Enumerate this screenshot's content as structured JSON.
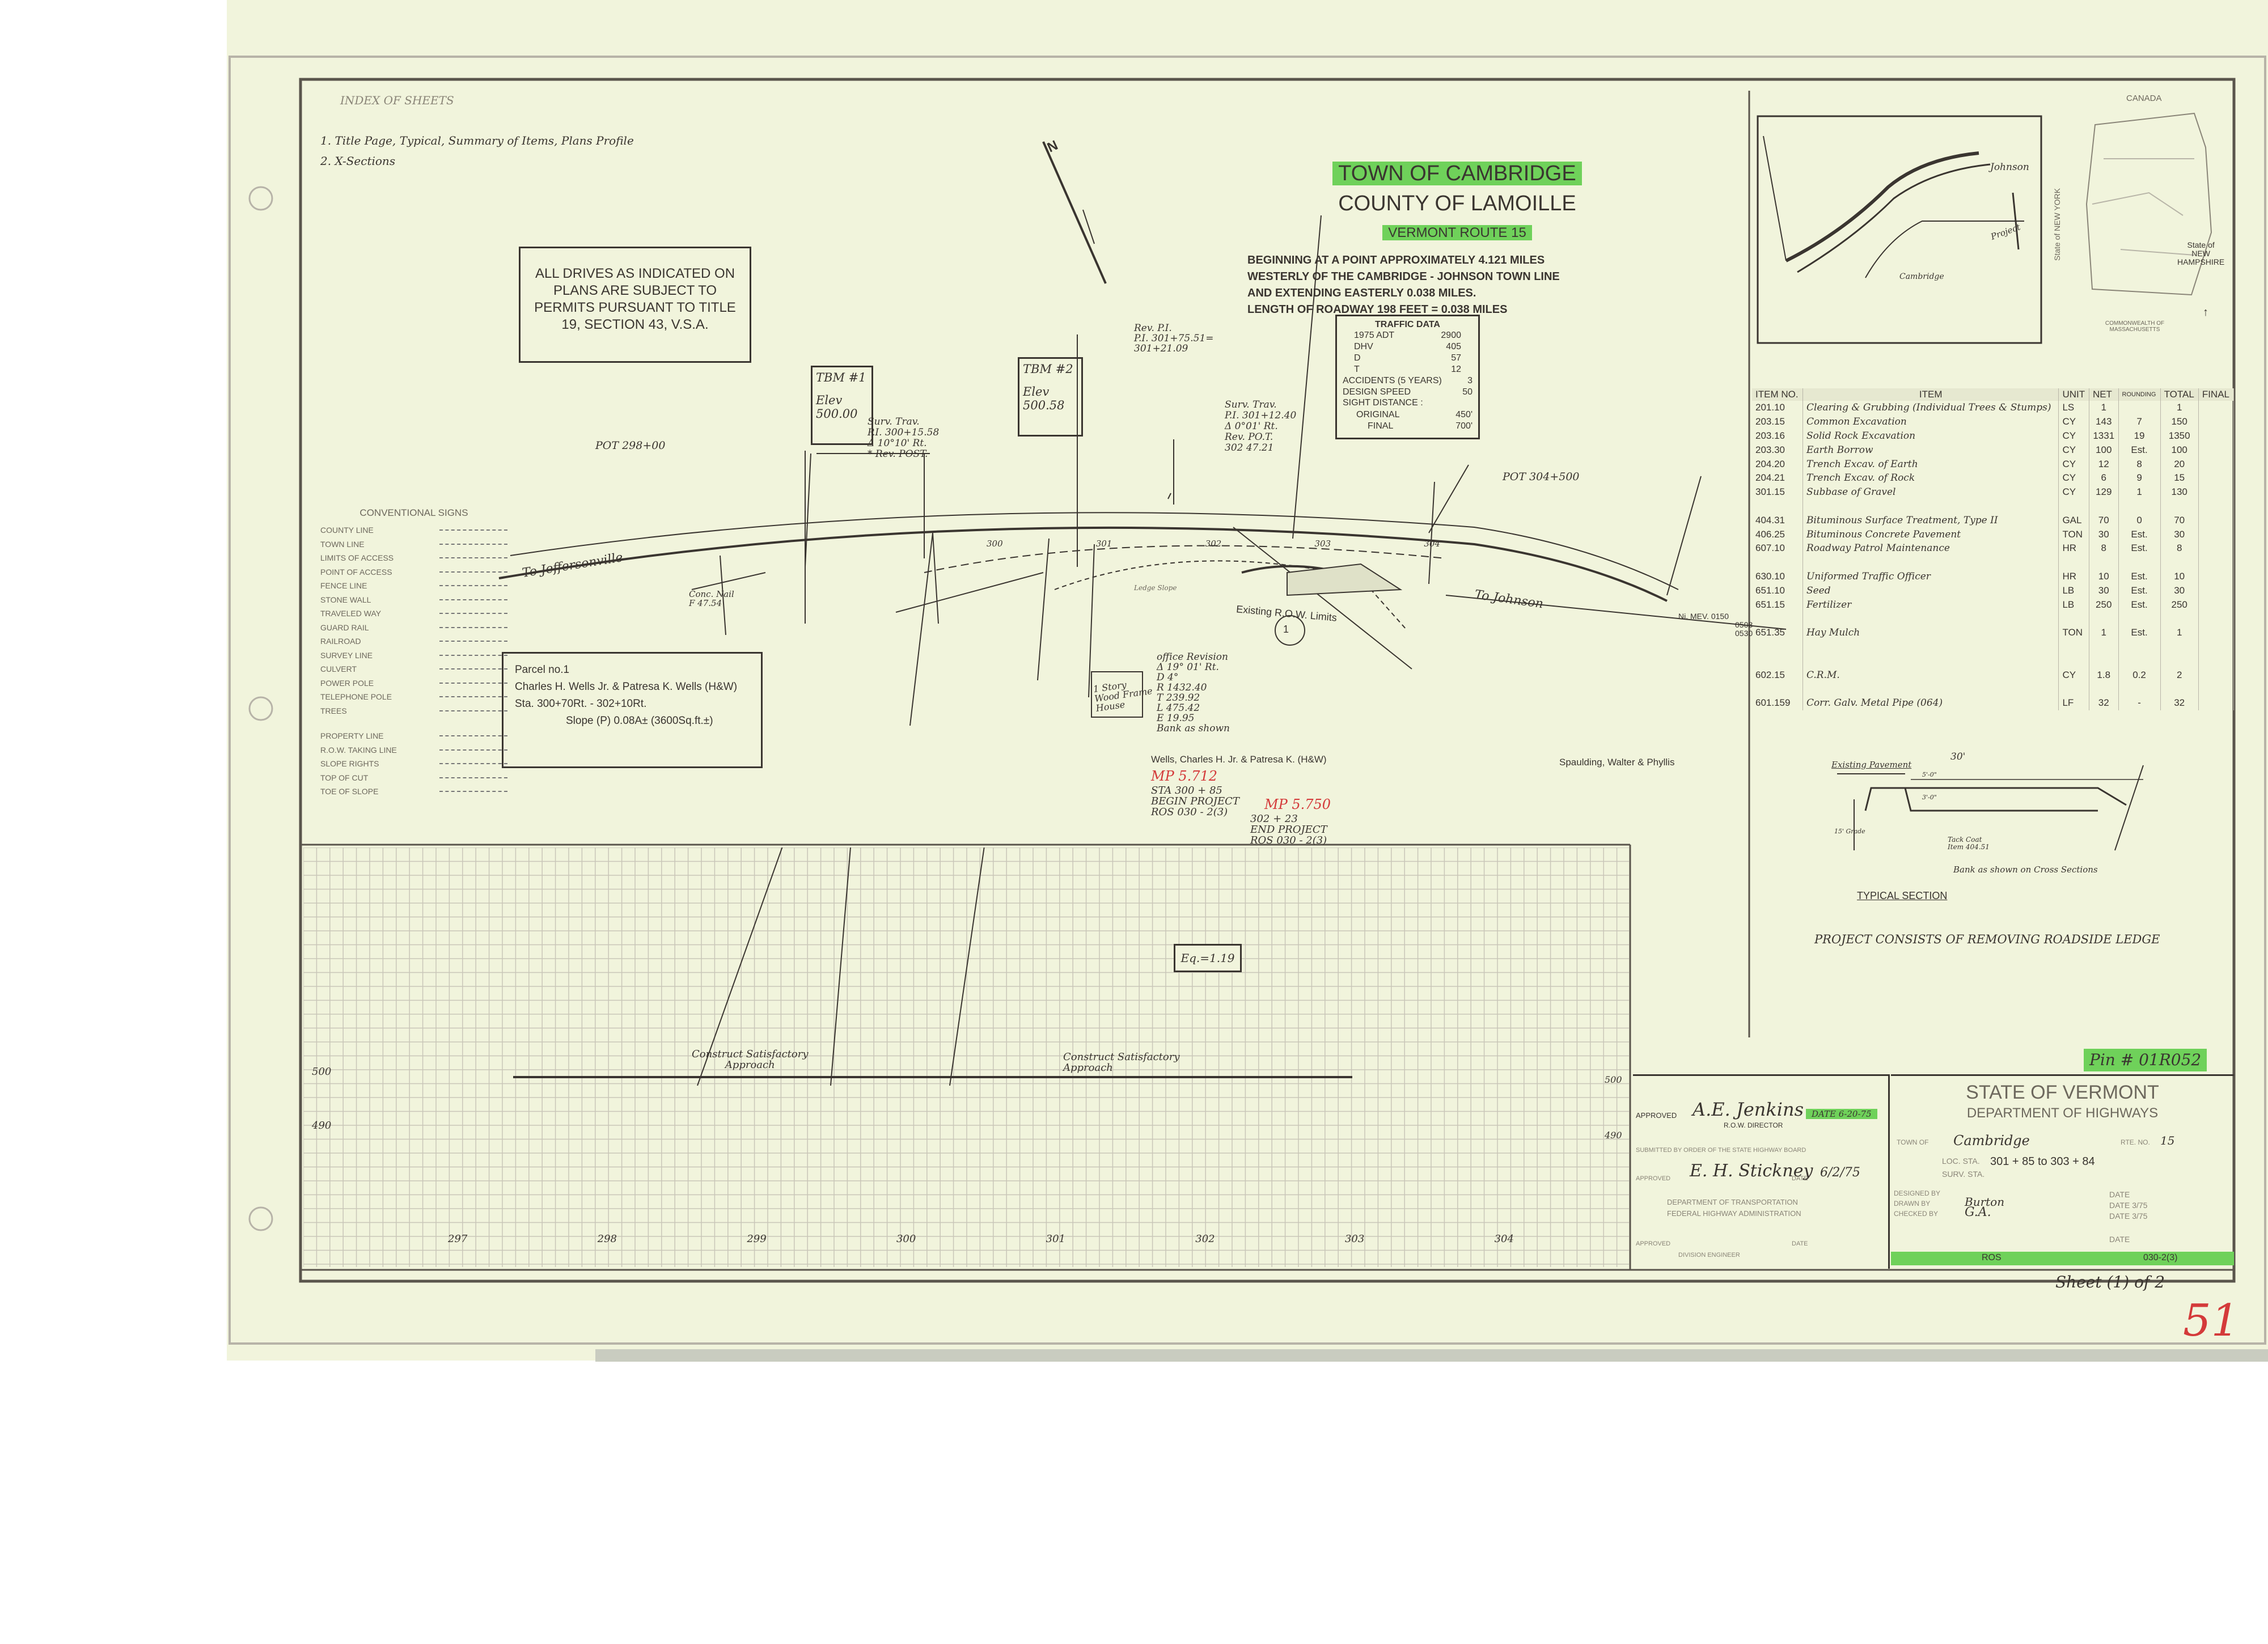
{
  "index_of_sheets": {
    "heading": "INDEX OF SHEETS",
    "items": [
      "1.   Title Page, Typical, Summary of Items, Plans Profile",
      "2.   X-Sections"
    ]
  },
  "title": {
    "town": "TOWN OF CAMBRIDGE",
    "county": "COUNTY OF LAMOILLE",
    "route": "VERMONT ROUTE 15",
    "desc_lines": [
      "BEGINNING AT A POINT APPROXIMATELY  4.121  MILES",
      "WESTERLY OF THE CAMBRIDGE - JOHNSON TOWN LINE",
      "AND EXTENDING EASTERLY  0.038 MILES.",
      "LENGTH OF ROADWAY  198  FEET = 0.038   MILES"
    ]
  },
  "traffic": {
    "heading": "TRAFFIC      DATA",
    "rows": [
      [
        "1975 ADT",
        "2900"
      ],
      [
        "DHV",
        "405"
      ],
      [
        "D",
        "57"
      ],
      [
        "T",
        "12"
      ]
    ],
    "accidents": [
      "ACCIDENTS (5 YEARS)",
      "3"
    ],
    "design_speed": [
      "DESIGN SPEED",
      "50"
    ],
    "sight": "SIGHT DISTANCE :",
    "original": [
      "ORIGINAL",
      "450'"
    ],
    "final": [
      "FINAL",
      "700'"
    ]
  },
  "drives_note": "ALL DRIVES AS INDICATED ON PLANS ARE SUBJECT TO PERMITS PURSUANT TO TITLE 19, SECTION 43, V.S.A.",
  "conventional_signs": {
    "heading": "CONVENTIONAL SIGNS",
    "items": [
      "COUNTY LINE",
      "TOWN LINE",
      "LIMITS OF ACCESS",
      "POINT OF ACCESS",
      "FENCE LINE",
      "STONE WALL",
      "TRAVELED WAY",
      "GUARD RAIL",
      "RAILROAD",
      "SURVEY LINE",
      "CULVERT",
      "POWER POLE",
      "TELEPHONE POLE",
      "TREES"
    ],
    "items2": [
      "PROPERTY LINE",
      "R.O.W. TAKING LINE",
      "SLOPE RIGHTS",
      "TOP OF CUT",
      "TOE OF SLOPE"
    ]
  },
  "parcel": {
    "title": "Parcel no.1",
    "owner": "Charles H. Wells Jr. & Patresa K. Wells (H&W)",
    "sta": "Sta. 300+70Rt. - 302+10Rt.",
    "slope": "Slope (P)  0.08A± (3600Sq.ft.±)"
  },
  "plan_labels": {
    "tbm1": [
      "TBM #1",
      "Elev",
      "500.00"
    ],
    "tbm2": [
      "TBM #2",
      "Elev",
      "500.58"
    ],
    "pot_left": "POT  298+00",
    "pot_right": "POT 304+500",
    "rev_pi": [
      "Rev. P.I.",
      "P.I. 301+75.51=",
      "301+21.09"
    ],
    "surv_trav1": [
      "Surv. Trav.",
      "P.I. 300+15.58",
      "Δ 10°10' Rt.",
      "* Rev. POST."
    ],
    "surv_trav2": [
      "Surv. Trav.",
      "P.I. 301+12.40",
      "Δ 0°01' Rt.",
      "Rev. PO.T.",
      "302  47.21"
    ],
    "to_jeffersonville": "To Jeffersonville",
    "to_johnson": "To Johnson",
    "existing_row": "Existing  R.O.W.        Limits",
    "office_revision": [
      "office Revision",
      "Δ  19° 01' Rt.",
      "D  4°",
      "R  1432.40",
      "T  239.92",
      "L  475.42",
      "E  19.95",
      "Bank as shown"
    ],
    "house": [
      "1 Story",
      "Wood Frame",
      "House"
    ],
    "wells": "Wells, Charles H. Jr. & Patresa K. (H&W)",
    "mp_begin": "MP 5.712",
    "sta_begin": "STA  300 + 85",
    "begin_project": "BEGIN PROJECT",
    "ros_begin": "ROS 030 - 2(3)",
    "mp_end": "MP 5.750",
    "sta_end": "302 + 23",
    "end_project": "END PROJECT",
    "ros_end": "ROS 030 - 2(3)",
    "spaulding": "Spaulding, Walter & Phyllis",
    "parcel_circle": "1",
    "stations": [
      "300",
      "301",
      "302",
      "303",
      "304"
    ],
    "conc_nail": [
      "Conc. Nail",
      "F 47.54"
    ],
    "ni_mev": [
      "Ni. MEV.  0150",
      "0508",
      "0530"
    ],
    "ledge": "Ledge  Slope"
  },
  "profile": {
    "elev_left": [
      "500",
      "490"
    ],
    "elev_right": [
      "500",
      "490"
    ],
    "stations": [
      "297",
      "298",
      "299",
      "300",
      "301",
      "302",
      "303",
      "304"
    ],
    "eq": "Eq.=1.19",
    "approach1": [
      "Construct Satisfactory",
      "Approach"
    ],
    "approach2": [
      "Construct Satisfactory",
      "Approach"
    ]
  },
  "summary_table": {
    "headers": [
      "ITEM NO.",
      "ITEM",
      "UNIT",
      "NET",
      "ROUNDING",
      "TOTAL",
      "FINAL"
    ],
    "rows": [
      [
        "201.10",
        "Clearing & Grubbing (Individual Trees & Stumps)",
        "LS",
        "1",
        "",
        "1",
        ""
      ],
      [
        "203.15",
        "Common Excavation",
        "CY",
        "143",
        "7",
        "150",
        ""
      ],
      [
        "203.16",
        "Solid Rock Excavation",
        "CY",
        "1331",
        "19",
        "1350",
        ""
      ],
      [
        "203.30",
        "Earth Borrow",
        "CY",
        "100",
        "Est.",
        "100",
        ""
      ],
      [
        "204.20",
        "Trench Excav. of Earth",
        "CY",
        "12",
        "8",
        "20",
        ""
      ],
      [
        "204.21",
        "Trench Excav. of Rock",
        "CY",
        "6",
        "9",
        "15",
        ""
      ],
      [
        "301.15",
        "Subbase of Gravel",
        "CY",
        "129",
        "1",
        "130",
        ""
      ],
      [
        "",
        "",
        "",
        "",
        "",
        "",
        ""
      ],
      [
        "404.31",
        "Bituminous Surface Treatment, Type II",
        "GAL",
        "70",
        "0",
        "70",
        ""
      ],
      [
        "406.25",
        "Bituminous Concrete Pavement",
        "TON",
        "30",
        "Est.",
        "30",
        ""
      ],
      [
        "607.10",
        "Roadway Patrol Maintenance",
        "HR",
        "8",
        "Est.",
        "8",
        ""
      ],
      [
        "",
        "",
        "",
        "",
        "",
        "",
        ""
      ],
      [
        "630.10",
        "Uniformed Traffic Officer",
        "HR",
        "10",
        "Est.",
        "10",
        ""
      ],
      [
        "651.10",
        "Seed",
        "LB",
        "30",
        "Est.",
        "30",
        ""
      ],
      [
        "651.15",
        "Fertilizer",
        "LB",
        "250",
        "Est.",
        "250",
        ""
      ],
      [
        "",
        "",
        "",
        "",
        "",
        "",
        ""
      ],
      [
        "651.35",
        "Hay Mulch",
        "TON",
        "1",
        "Est.",
        "1",
        ""
      ],
      [
        "",
        "",
        "",
        "",
        "",
        "",
        ""
      ],
      [
        "",
        "",
        "",
        "",
        "",
        "",
        ""
      ],
      [
        "602.15",
        "C.R.M.",
        "CY",
        "1.8",
        "0.2",
        "2",
        ""
      ],
      [
        "",
        "",
        "",
        "",
        "",
        "",
        ""
      ],
      [
        "601.159",
        "Corr. Galv. Metal Pipe (064)",
        "LF",
        "32",
        "-",
        "32",
        ""
      ]
    ]
  },
  "location_map": {
    "canada": "CANADA",
    "johnson": "Johnson",
    "cambridge": "Cambridge",
    "project": "Project",
    "state_of_new_york": "State of NEW YORK",
    "state_of_nh": [
      "State of",
      "NEW",
      "HAMPSHIRE"
    ],
    "massachusetts": "COMMONWEALTH OF MASSACHUSETTS"
  },
  "typical_section": {
    "title": "TYPICAL      SECTION",
    "existing": "Existing Pavement",
    "width": "30'",
    "dims": [
      "5'-0\"",
      "3'-0\""
    ],
    "tack": [
      "Tack Coat",
      "Item 404.51"
    ],
    "bank": "Bank as shown on Cross Sections",
    "grade": "15' Grade"
  },
  "project_note": "PROJECT CONSISTS OF REMOVING ROADSIDE LEDGE",
  "pin": "Pin # 01R052",
  "approval": {
    "approved": "APPROVED",
    "director_sig": "A.E. Jenkins",
    "director_title": "R.O.W. DIRECTOR",
    "date_label": "DATE 6-20-75",
    "submitted": "SUBMITTED BY ORDER OF THE STATE HIGHWAY BOARD",
    "approved2": "APPROVED",
    "sig2": "E. H. Stickney",
    "date2_label": "DATE",
    "date2": "6/2/75",
    "dot": "DEPARTMENT OF TRANSPORTATION",
    "fha": "FEDERAL HIGHWAY ADMINISTRATION",
    "approved3": "APPROVED",
    "div": "DIVISION ENGINEER",
    "date3": "DATE"
  },
  "title_block": {
    "state": "STATE OF VERMONT",
    "dept": "DEPARTMENT   OF   HIGHWAYS",
    "town_label": "TOWN OF",
    "town": "Cambridge",
    "rte_label": "RTE. NO.",
    "rte": "15",
    "loc_sta": "LOC. STA.",
    "loc_range": "301 + 85   to   303 + 84",
    "surv_sta": "SURV. STA.",
    "designed": "DESIGNED BY",
    "drawn_label": "DRAWN BY",
    "drawn_by": "Burton",
    "checked_label": "CHECKED BY",
    "checked_by": "G.A.",
    "date_labels": [
      "DATE",
      "DATE  3/75",
      "DATE  3/75",
      "DATE"
    ],
    "ros": "ROS",
    "ros_no": "030-2(3)"
  },
  "sheet": "Sheet (1) of 2",
  "page_number": "51"
}
